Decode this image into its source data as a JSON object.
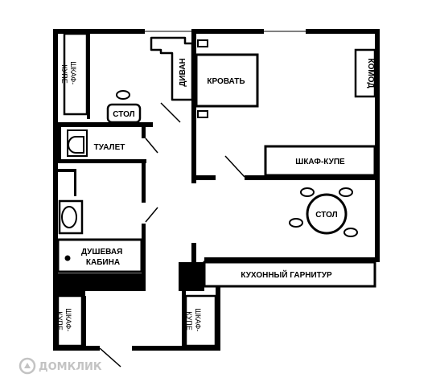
{
  "labels": {
    "wardrobe_left_top": [
      "ШКАФ-",
      "КУПЕ"
    ],
    "sofa": "ДИВАН",
    "bed": "КРОВАТЬ",
    "dresser": "КОМОД",
    "small_table": "СТОЛ",
    "toilet": "ТУАЛЕТ",
    "wardrobe_bedroom": "ШКАФ-КУПЕ",
    "dining_table": "СТОЛ",
    "shower": [
      "ДУШЕВАЯ",
      "КАБИНА"
    ],
    "kitchen_set": "КУХОННЫЙ ГАРНИТУР",
    "wardrobe_bottom_left": [
      "ШКАФ-",
      "КУПЕ"
    ],
    "wardrobe_bottom_center": [
      "ШКАФ-",
      "КУПЕ"
    ]
  },
  "watermark": "ДОМКЛИК",
  "colors": {
    "wall": "#000000",
    "background": "#ffffff",
    "watermark": "#bdbdbd"
  }
}
